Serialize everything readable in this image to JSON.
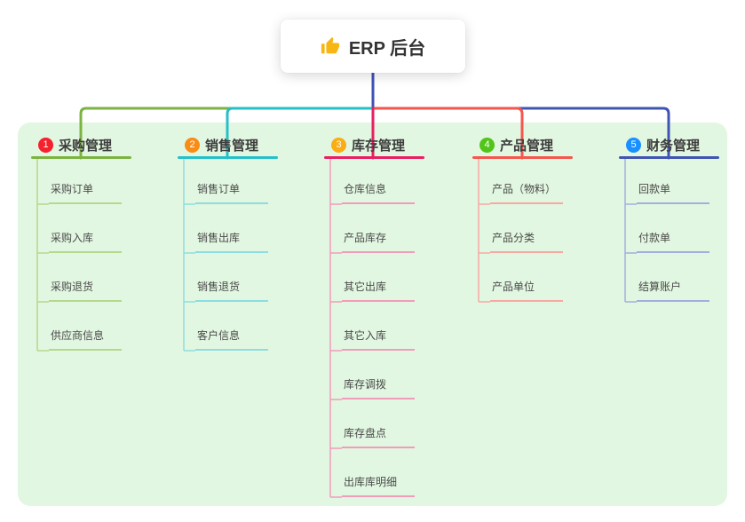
{
  "root": {
    "title": "ERP 后台",
    "icon": "thumbs-up-icon",
    "icon_color": "#f7b614",
    "line_color": "#3f51b5"
  },
  "canvas_bg": "#e2f7e1",
  "branches": [
    {
      "index": "1",
      "label": "采购管理",
      "badge_color": "#f5222d",
      "color": "#7cb342",
      "light_color": "#b5d98c",
      "children": [
        "采购订单",
        "采购入库",
        "采购退货",
        "供应商信息"
      ]
    },
    {
      "index": "2",
      "label": "销售管理",
      "badge_color": "#fa8c16",
      "color": "#26c0c9",
      "light_color": "#8edde0",
      "children": [
        "销售订单",
        "销售出库",
        "销售退货",
        "客户信息"
      ]
    },
    {
      "index": "3",
      "label": "库存管理",
      "badge_color": "#faad14",
      "color": "#e91e63",
      "light_color": "#f19cbb",
      "children": [
        "仓库信息",
        "产品库存",
        "其它出库",
        "其它入库",
        "库存调拨",
        "库存盘点",
        "出库库明细"
      ]
    },
    {
      "index": "4",
      "label": "产品管理",
      "badge_color": "#52c41a",
      "color": "#f5564e",
      "light_color": "#f7a8a2",
      "children": [
        "产品（物料）",
        "产品分类",
        "产品单位"
      ]
    },
    {
      "index": "5",
      "label": "财务管理",
      "badge_color": "#1890ff",
      "color": "#4054b2",
      "light_color": "#a3aede",
      "children": [
        "回款单",
        "付款单",
        "结算账户"
      ]
    }
  ]
}
